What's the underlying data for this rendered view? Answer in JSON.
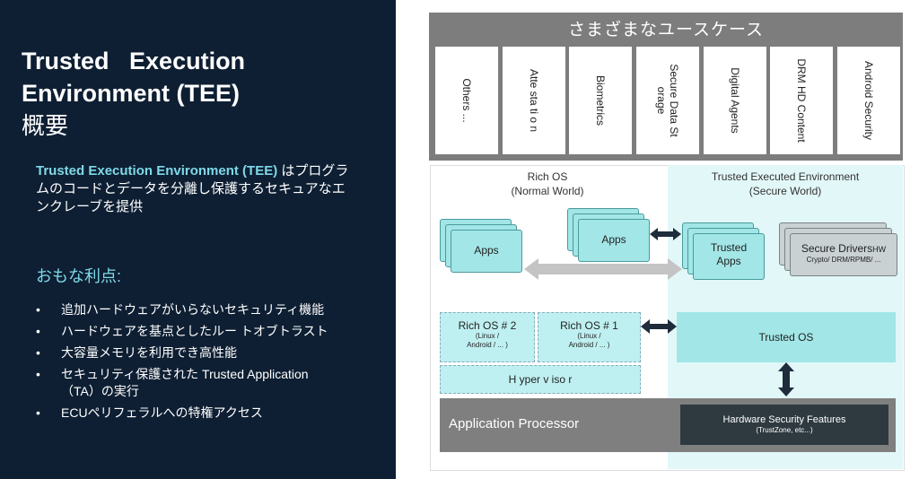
{
  "left": {
    "title_line1": "Trusted   Execution",
    "title_line2": "Environment (TEE)",
    "title_line3": "概要",
    "desc_highlight": "Trusted Execution Environment (TEE)",
    "desc_rest": " はプログラムのコードとデータを分離し保護するセキュアなエンクレーブを提供",
    "benefits_heading": "おもな利点:",
    "benefits": [
      "追加ハードウェアがいらないセキュリティ機能",
      "ハードウェアを基点としたルー トオブトラスト",
      "大容量メモリを利用でき高性能",
      "セキュリティ保護された Trusted Application （TA）の実行",
      "ECUペリフェラルへの特権アクセス"
    ]
  },
  "use_cases": {
    "title": "さまざまなユースケース",
    "items": [
      "Others ...",
      "Atte sta ti o n",
      "Biometrics",
      "Secure Data St orage",
      "Digital Agents",
      "DRM HD Content",
      "Android Security"
    ]
  },
  "arch": {
    "rich_os_header_1": "Rich OS",
    "rich_os_header_2": "(Normal World)",
    "tee_header_1": "Trusted Executed Environment",
    "tee_header_2": "(Secure World)",
    "apps_1": "Apps",
    "apps_2": "Apps",
    "trusted_apps_1": "Trusted",
    "trusted_apps_2": "Apps",
    "secure_drivers": "Secure Drivers",
    "secure_drivers_hw": "HW",
    "secure_drivers_sub": "Crypto/ DRM/RPMB/ ...",
    "rich_os2": "Rich OS # 2",
    "rich_os2_sub1": "(Linux /",
    "rich_os2_sub2": "Android / ... )",
    "rich_os1": "Rich OS # 1",
    "rich_os1_sub1": "(Linux /",
    "rich_os1_sub2": "Android / ... )",
    "hypervisor": "H yper v iso r",
    "trusted_os": "Trusted OS",
    "app_processor": "Application Processor",
    "hw_security": "Hardware Security Features",
    "hw_security_sub": "(TrustZone, etc...)"
  },
  "colors": {
    "left_bg": "#0e1f33",
    "accent": "#7fd9e8",
    "card": "#a2e6e7",
    "secure_bg": "#e2f7f8",
    "processor_bar": "#7f7f7f",
    "hw_box": "#2e3a40"
  }
}
